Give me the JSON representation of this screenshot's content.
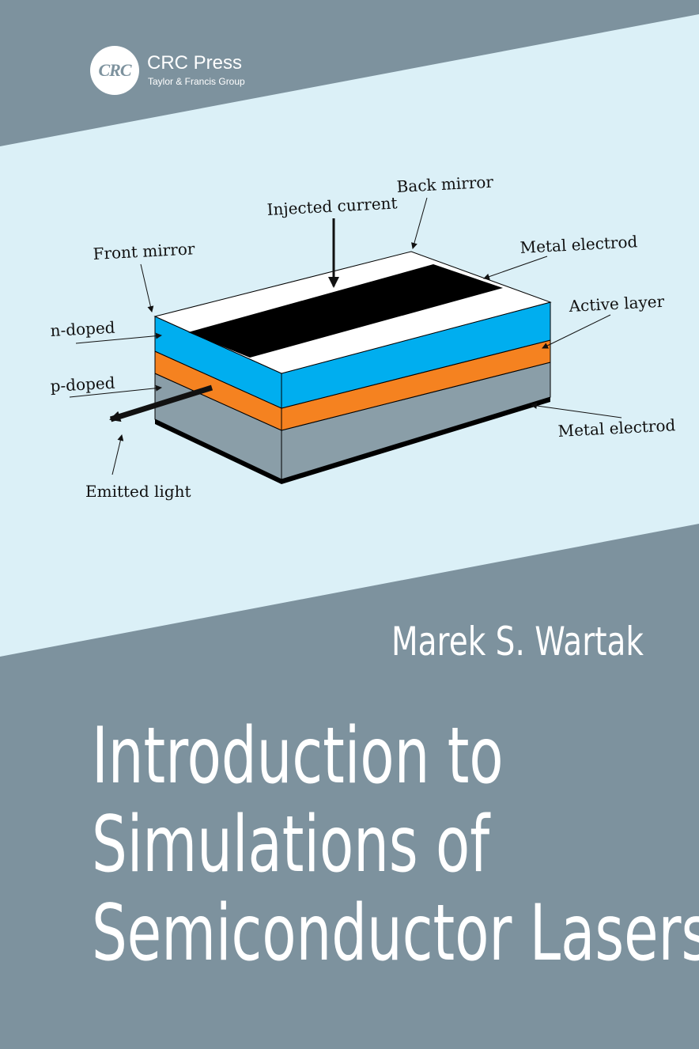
{
  "publisher": {
    "logo_text": "CRC",
    "name": "CRC Press",
    "group": "Taylor & Francis Group"
  },
  "diagram": {
    "labels": {
      "injected_current": "Injected current",
      "back_mirror": "Back mirror",
      "front_mirror": "Front mirror",
      "metal_electrod_top": "Metal electrod",
      "active_layer": "Active layer",
      "n_doped": "n-doped",
      "p_doped": "p-doped",
      "metal_electrod_bottom": "Metal electrod",
      "emitted_light": "Emitted light"
    },
    "colors": {
      "n_layer": "#00aeef",
      "active_layer": "#f58220",
      "p_layer": "#8a9ea8",
      "top_surface": "#ffffff",
      "stripe": "#000000"
    }
  },
  "author": "Marek S. Wartak",
  "title_lines": [
    "Introduction to",
    "Simulations of",
    "Semiconductor Lasers"
  ],
  "colors": {
    "background": "#7d929e",
    "light_band": "#dbf0f7",
    "text": "#ffffff"
  }
}
